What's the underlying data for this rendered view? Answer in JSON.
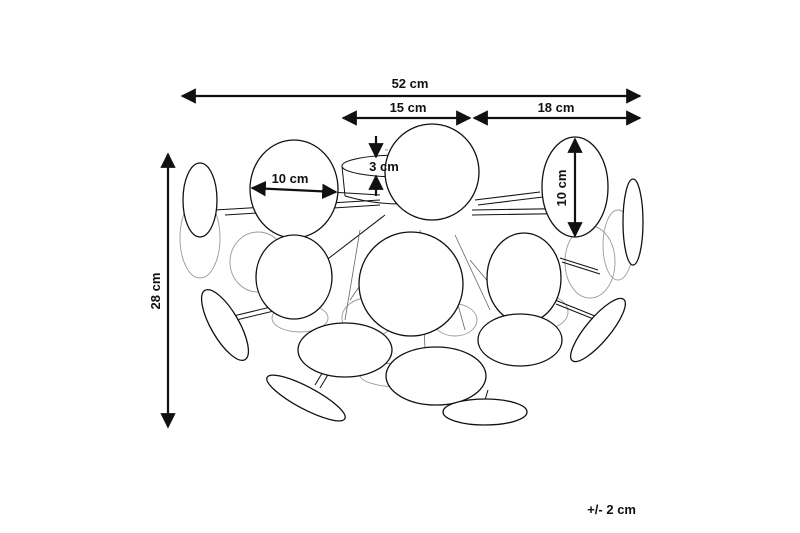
{
  "dimensions": {
    "total_width": "52 cm",
    "top_disc_width": "15 cm",
    "right_span": "18 cm",
    "canopy_height": "3 cm",
    "disc_diameter": "10 cm",
    "disc_height": "10 cm",
    "total_height": "28 cm"
  },
  "tolerance": "+/- 2 cm"
}
